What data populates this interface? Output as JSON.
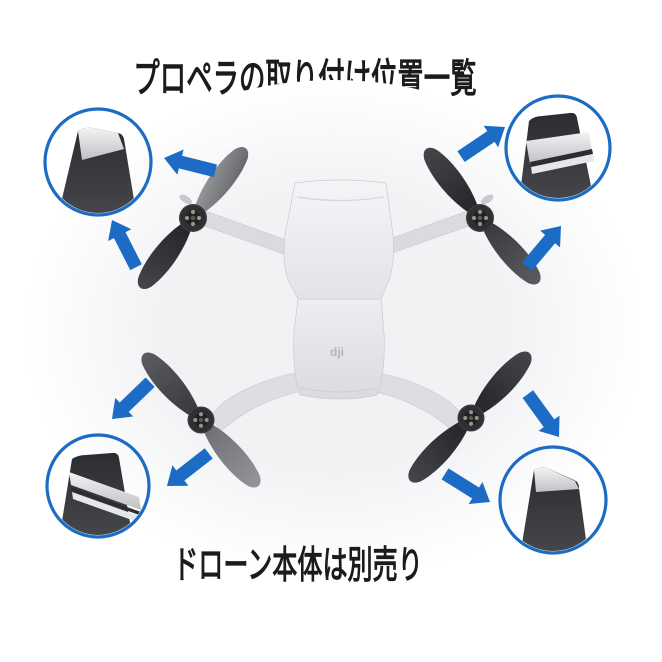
{
  "meta": {
    "type": "product-instruction-diagram",
    "subject": "drone propeller mounting positions, top view quadcopter"
  },
  "texts": {
    "title": "プロペラの取り付け位置一覧",
    "caption": "ドローン本体は別売り",
    "brand_logo": "dji"
  },
  "colors": {
    "accent_blue": "#1c6bc4",
    "text_black": "#1b1b1b",
    "background": "#ffffff",
    "photo_background": "#f0f1f3",
    "body_gray": "#e9eaec",
    "blade_dark": "#2b2c30",
    "tip_silver": "#e9eaec"
  },
  "callouts": [
    {
      "id": "top-left",
      "shows": "front-left propeller tip",
      "marking": "plain-silver-tip"
    },
    {
      "id": "top-right",
      "shows": "front-right propeller tip",
      "marking": "white-stripe-band"
    },
    {
      "id": "bottom-left",
      "shows": "rear-left propeller tip",
      "marking": "white-stripe-band"
    },
    {
      "id": "bottom-right",
      "shows": "rear-right propeller tip",
      "marking": "plain-silver-tip"
    }
  ],
  "arrows": {
    "count": 8,
    "color": "#1c6bc4",
    "description": "blue arrows pointing from each propeller blade toward its tip close-up circle"
  }
}
